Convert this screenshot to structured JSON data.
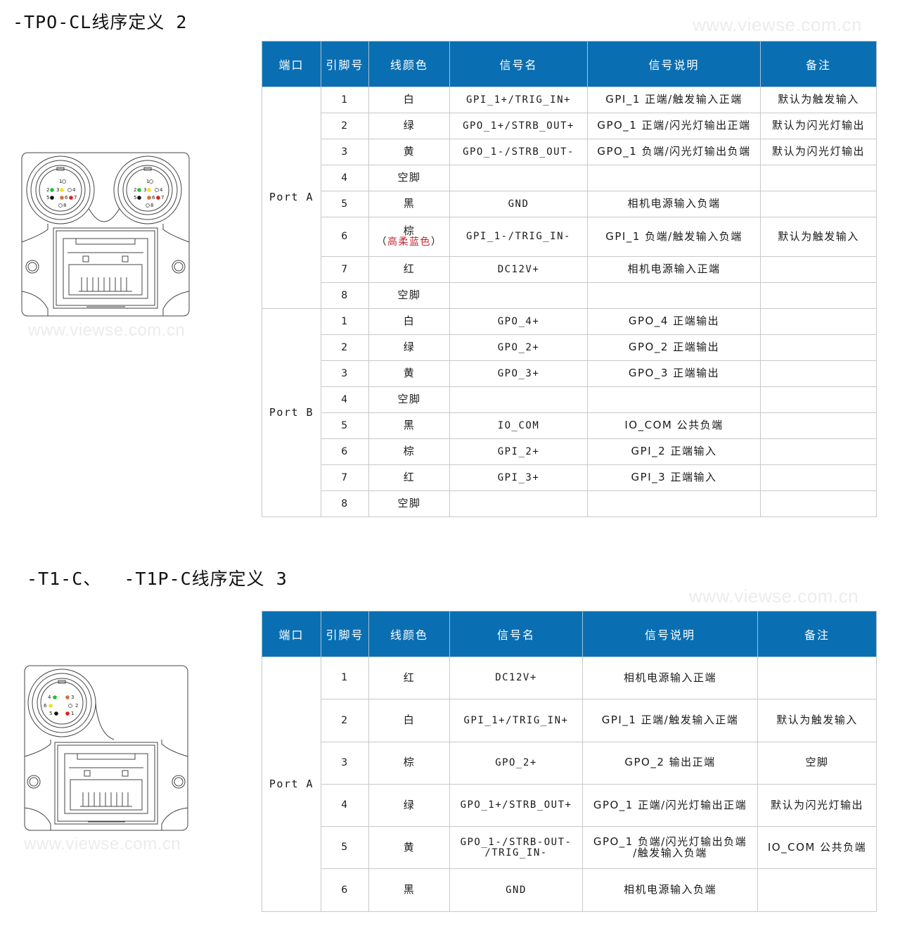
{
  "sections": [
    {
      "title": "-TPO-CL线序定义 2",
      "watermark_top": "www.viewse.com.cn",
      "watermark_diagram": "www.viewse.com.cn",
      "headers": [
        "端口",
        "引脚号",
        "线颜色",
        "信号名",
        "信号说明",
        "备注"
      ],
      "ports": [
        {
          "port": "Port A",
          "rows": [
            {
              "pin": "1",
              "color": "白",
              "signal": "GPI_1+/TRIG_IN+",
              "description": "GPI_1 正端/触发输入正端",
              "note": "默认为触发输入"
            },
            {
              "pin": "2",
              "color": "绿",
              "signal": "GPO_1+/STRB_OUT+",
              "description": "GPO_1 正端/闪光灯输出正端",
              "note": "默认为闪光灯输出"
            },
            {
              "pin": "3",
              "color": "黄",
              "signal": "GPO_1-/STRB_OUT-",
              "description": "GPO_1 负端/闪光灯输出负端",
              "note": "默认为闪光灯输出"
            },
            {
              "pin": "4",
              "color": "空脚",
              "signal": "",
              "description": "",
              "note": ""
            },
            {
              "pin": "5",
              "color": "黑",
              "signal": "GND",
              "description": "相机电源输入负端",
              "note": ""
            },
            {
              "pin": "6",
              "color": "棕",
              "color_note_open": "（",
              "color_note": "高柔蓝色",
              "color_note_close": "）",
              "signal": "GPI_1-/TRIG_IN-",
              "description": "GPI_1 负端/触发输入负端",
              "note": "默认为触发输入"
            },
            {
              "pin": "7",
              "color": "红",
              "signal": "DC12V+",
              "description": "相机电源输入正端",
              "note": ""
            },
            {
              "pin": "8",
              "color": "空脚",
              "signal": "",
              "description": "",
              "note": ""
            }
          ]
        },
        {
          "port": "Port B",
          "rows": [
            {
              "pin": "1",
              "color": "白",
              "signal": "GPO_4+",
              "description": "GPO_4 正端输出",
              "note": ""
            },
            {
              "pin": "2",
              "color": "绿",
              "signal": "GPO_2+",
              "description": "GPO_2 正端输出",
              "note": ""
            },
            {
              "pin": "3",
              "color": "黄",
              "signal": "GPO_3+",
              "description": "GPO_3 正端输出",
              "note": ""
            },
            {
              "pin": "4",
              "color": "空脚",
              "signal": "",
              "description": "",
              "note": ""
            },
            {
              "pin": "5",
              "color": "黑",
              "signal": "IO_COM",
              "description": "IO_COM 公共负端",
              "note": ""
            },
            {
              "pin": "6",
              "color": "棕",
              "signal": "GPI_2+",
              "description": "GPI_2 正端输入",
              "note": ""
            },
            {
              "pin": "7",
              "color": "红",
              "signal": "GPI_3+",
              "description": "GPI_3 正端输入",
              "note": ""
            },
            {
              "pin": "8",
              "color": "空脚",
              "signal": "",
              "description": "",
              "note": ""
            }
          ]
        }
      ],
      "diagram": {
        "connectors": [
          {
            "pins": [
              {
                "n": "1",
                "color": "#ffffff"
              },
              {
                "n": "2",
                "color": "#22c02a"
              },
              {
                "n": "3",
                "color": "#f2e11a"
              },
              {
                "n": "4",
                "color": "#ffffff"
              },
              {
                "n": "5",
                "color": "#111111"
              },
              {
                "n": "6",
                "color": "#c8763a"
              },
              {
                "n": "7",
                "color": "#e0201c"
              },
              {
                "n": "8",
                "color": "#ffffff"
              }
            ]
          },
          {
            "pins": [
              {
                "n": "1",
                "color": "#ffffff"
              },
              {
                "n": "2",
                "color": "#22c02a"
              },
              {
                "n": "3",
                "color": "#f2e11a"
              },
              {
                "n": "4",
                "color": "#ffffff"
              },
              {
                "n": "5",
                "color": "#111111"
              },
              {
                "n": "6",
                "color": "#c8763a"
              },
              {
                "n": "7",
                "color": "#e0201c"
              },
              {
                "n": "8",
                "color": "#ffffff"
              }
            ]
          }
        ]
      }
    },
    {
      "title": "-T1-C、  -T1P-C线序定义 3",
      "watermark_top": "www.viewse.com.cn",
      "watermark_diagram": "www.viewse.com.cn",
      "headers": [
        "端口",
        "引脚号",
        "线颜色",
        "信号名",
        "信号说明",
        "备注"
      ],
      "ports": [
        {
          "port": "Port A",
          "rows": [
            {
              "pin": "1",
              "color": "红",
              "signal": "DC12V+",
              "description": "相机电源输入正端",
              "note": ""
            },
            {
              "pin": "2",
              "color": "白",
              "signal": "GPI_1+/TRIG_IN+",
              "description": "GPI_1 正端/触发输入正端",
              "note": "默认为触发输入"
            },
            {
              "pin": "3",
              "color": "棕",
              "signal": "GPO_2+",
              "description": "GPO_2 输出正端",
              "note": "空脚"
            },
            {
              "pin": "4",
              "color": "绿",
              "signal": "GPO_1+/STRB_OUT+",
              "description": "GPO_1 正端/闪光灯输出正端",
              "note": "默认为闪光灯输出"
            },
            {
              "pin": "5",
              "color": "黄",
              "signal": "GPO_1-/STRB-OUT-",
              "signal_line2": "/TRIG_IN-",
              "description": "GPO_1 负端/闪光灯输出负端",
              "description_line2": "/触发输入负端",
              "note": "IO_COM 公共负端"
            },
            {
              "pin": "6",
              "color": "黑",
              "signal": "GND",
              "description": "相机电源输入负端",
              "note": ""
            }
          ]
        }
      ],
      "diagram": {
        "connectors": [
          {
            "pins": [
              {
                "n": "1",
                "color": "#e0201c"
              },
              {
                "n": "2",
                "color": "#ffffff"
              },
              {
                "n": "3",
                "color": "#c8763a"
              },
              {
                "n": "4",
                "color": "#22c02a"
              },
              {
                "n": "5",
                "color": "#111111"
              },
              {
                "n": "6",
                "color": "#f2e11a"
              }
            ]
          }
        ]
      }
    }
  ],
  "colors": {
    "header_bg": "#0a6fb2",
    "header_text": "#ffffff",
    "grid": "#c9c9c9",
    "note_red": "#c0262d"
  }
}
